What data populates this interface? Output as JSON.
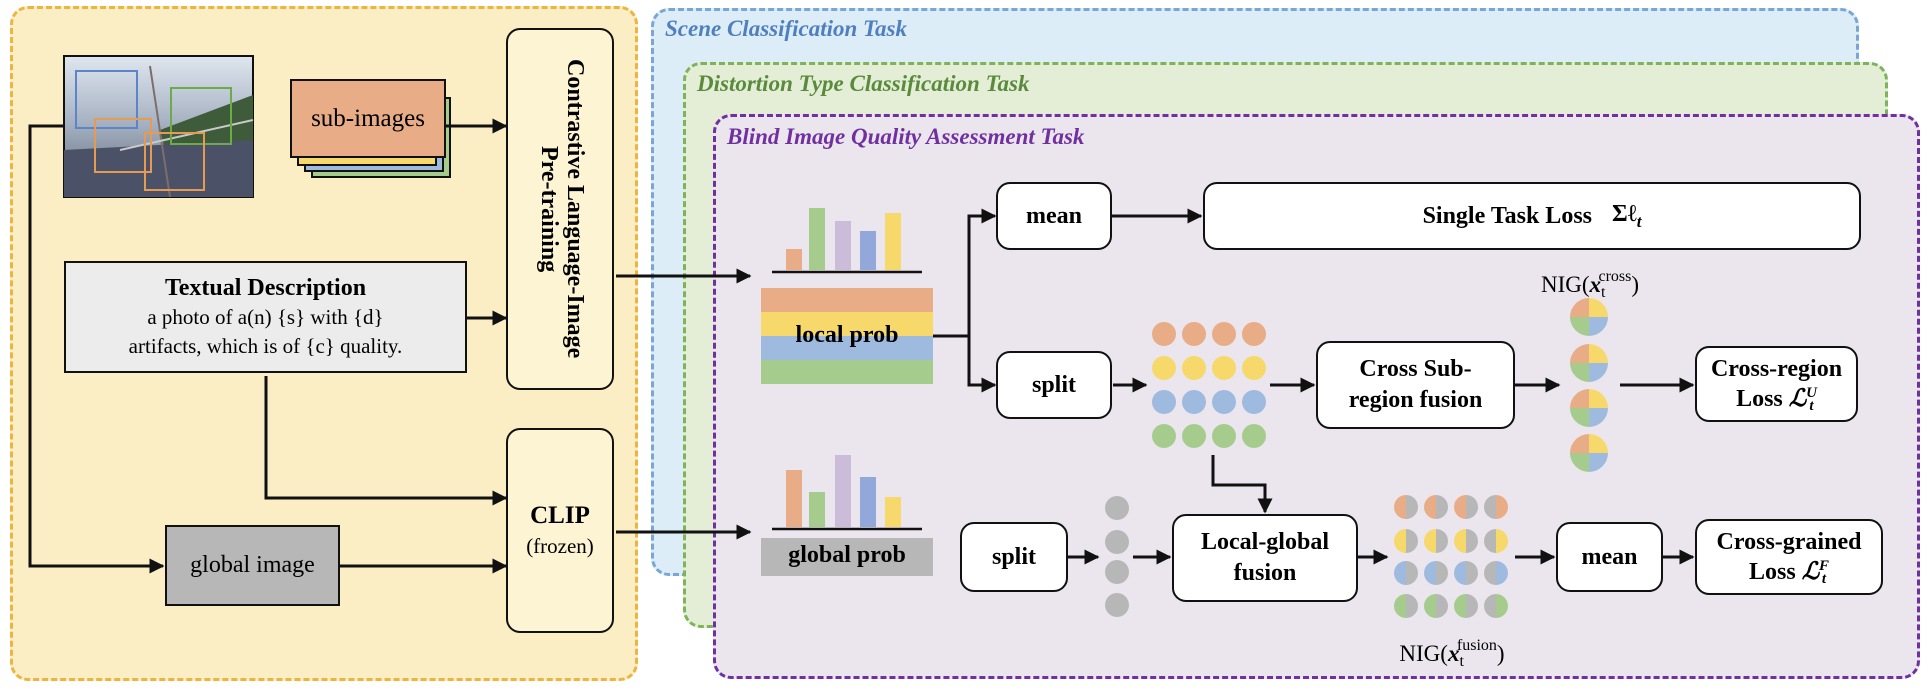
{
  "tasks": {
    "scene": "Scene Classification Task",
    "distortion": "Distortion Type Classification Task",
    "biqa": "Blind Image Quality Assessment Task"
  },
  "inputs": {
    "sub_images": "sub-images",
    "textual_title": "Textual Description",
    "textual_line1": "a photo of a(n) {s} with {d}",
    "textual_line2": "artifacts, which is of {c} quality.",
    "global_image": "global image"
  },
  "encoders": {
    "clip_pretraining": "Contrastive Language-Image Pre-training",
    "clip": "CLIP",
    "clip_frozen": "(frozen)"
  },
  "nodes": {
    "local_prob": "local prob",
    "global_prob": "global prob",
    "mean_top": "mean",
    "split_local": "split",
    "split_global": "split",
    "cross_fusion_line1": "Cross Sub-",
    "cross_fusion_line2": "region fusion",
    "local_global_line1": "Local-global",
    "local_global_line2": "fusion",
    "mean_bottom": "mean"
  },
  "losses": {
    "single_task": "Single Task Loss",
    "single_task_symbol": "Σℓ",
    "single_task_sub": "t",
    "cross_region_line1": "Cross-region",
    "cross_region_line2": "Loss",
    "cross_region_symbol": "ℒ",
    "cross_region_sup": "U",
    "cross_region_sub": "t",
    "cross_grained_line1": "Cross-grained",
    "cross_grained_line2": "Loss",
    "cross_grained_symbol": "ℒ",
    "cross_grained_sup": "F",
    "cross_grained_sub": "t"
  },
  "nig": {
    "cross_prefix": "NIG(",
    "cross_var": "x",
    "cross_sub": "t",
    "cross_sup": "cross",
    "cross_suffix": ")",
    "fusion_prefix": "NIG(",
    "fusion_var": "x",
    "fusion_sub": "t",
    "fusion_sup": "fusion",
    "fusion_suffix": ")"
  },
  "colors": {
    "orange": "#e8ad87",
    "yellow": "#f7d86a",
    "blue": "#9fbadf",
    "green": "#a6cc8d",
    "purple": "#cbbcda",
    "gray": "#b7b7b7",
    "bar_blue": "#93a8da",
    "scene_border": "#7aa6d6",
    "scene_fill": "#dcedf8",
    "distortion_border": "#7fb35b",
    "distortion_fill": "#e4eed7",
    "biqa_border": "#7030a0",
    "biqa_fill": "#ebe6ee",
    "input_border": "#eab540",
    "input_fill": "#fbeec5"
  }
}
